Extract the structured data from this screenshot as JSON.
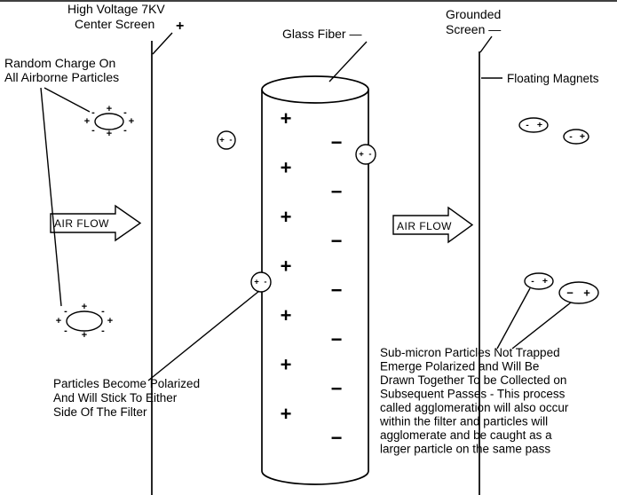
{
  "figure": {
    "background": "#ffffff",
    "ink": "#000000"
  },
  "labels": {
    "high_voltage": "High Voltage 7KV",
    "center_screen": "Center  Screen",
    "glass_fiber": "Glass Fiber —",
    "grounded_line1": "Grounded",
    "grounded_line2": "Screen —",
    "floating_magnets": "Floating Magnets",
    "random_charge_line1": "Random Charge On",
    "random_charge_line2": "All Airborne Particles",
    "air_flow": "AIR FLOW"
  },
  "notes": {
    "polarized": [
      "Particles Become Polarized",
      "And Will Stick To Either",
      "Side Of The Filter"
    ],
    "submicron": [
      "Sub-micron Particles Not Trapped",
      "Emerge Polarized and Will Be",
      "Drawn Together To be Collected on",
      "Subsequent Passes - This process",
      "called agglomeration will also occur",
      "within the filter and particles will",
      "agglomerate and be caught as a",
      "larger particle on the same pass"
    ]
  },
  "symbols": {
    "plus": "+",
    "minus": "−",
    "dash": "-"
  }
}
